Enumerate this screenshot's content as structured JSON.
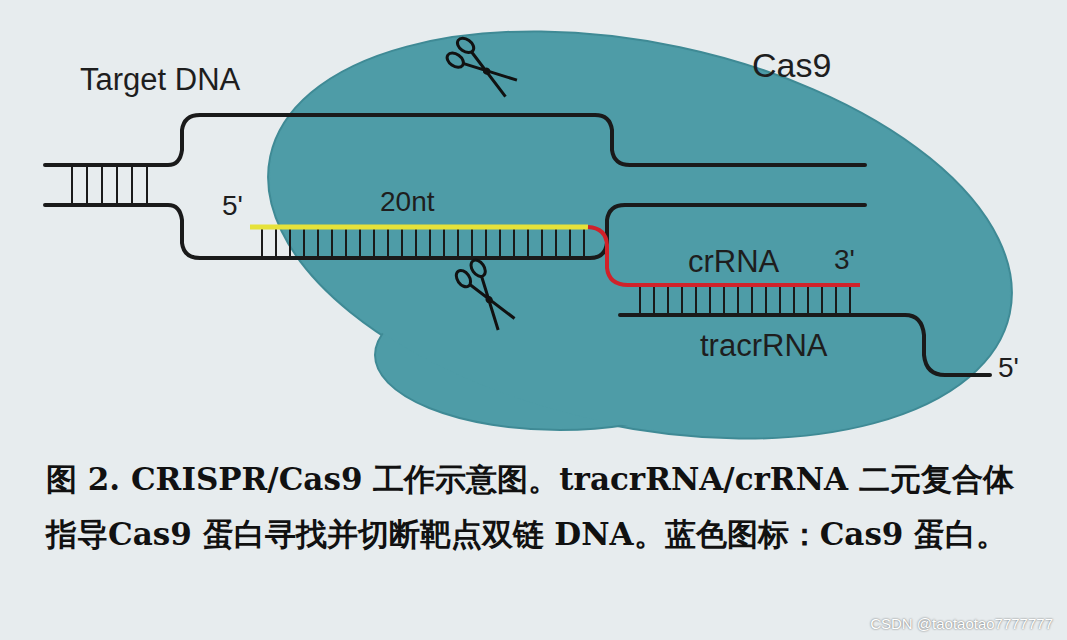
{
  "diagram": {
    "caption": "图 2. CRISPR/Cas9 工作示意图。tracrRNA/crRNA 二元复合体指导Cas9 蛋白寻找并切断靶点双链 DNA。蓝色图标：Cas9 蛋白。",
    "nodes": [
      {
        "text": [
          "Cas9"
        ]
      }
    ],
    "labels": [
      "Target DNA",
      "5'",
      "20nt",
      "crRNA",
      "3'",
      "tracrRNA",
      "5'",
      "CSDN @taotaotao7777777"
    ]
  }
}
